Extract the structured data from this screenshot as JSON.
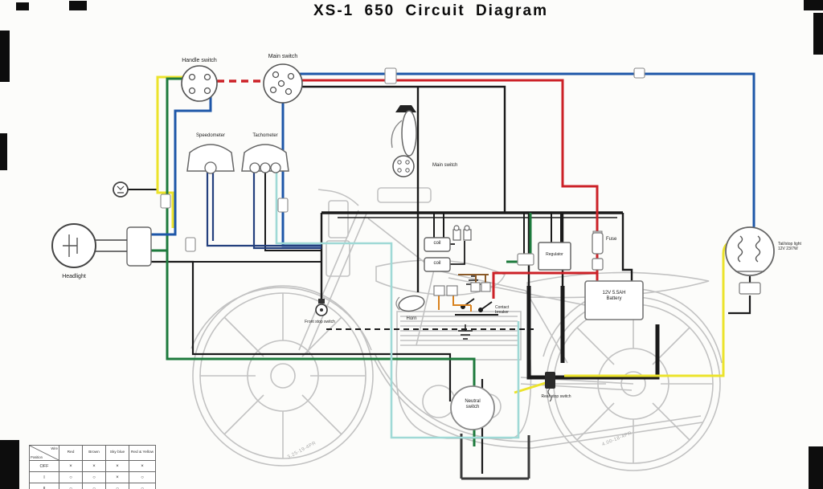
{
  "title": "XS-1 650 Circuit Diagram",
  "labels": {
    "handle_switch": "Handle switch",
    "main_switch": "Main switch",
    "speedometer": "Speedometer",
    "tachometer": "Tachometer",
    "headlight": "Headlight",
    "main_switch_mid": "Main switch",
    "horn": "Horn",
    "coil": "coil",
    "regulator": "Regulator",
    "fuse": "Fuse",
    "battery_line1": "12V 5.5AH",
    "battery_line2": "Battery",
    "contact_breaker_line1": "Contact",
    "contact_breaker_line2": "breaker",
    "front_stop_switch": "Front stop switch",
    "neutral_switch_line1": "Neutral",
    "neutral_switch_line2": "switch",
    "rear_stop_switch": "Rear stop switch",
    "tail_light_line1": "Tail/stop light",
    "tail_light_line2": "12V 23/7W",
    "front_tire_marking": "3.25-19-4PR",
    "rear_tire_marking": "4.00-18-4PR"
  },
  "table": {
    "corner_top": "Wire",
    "corner_bottom": "Position",
    "columns": [
      "Red",
      "Brown",
      "Sky blue",
      "Red & Yellow"
    ],
    "rows": [
      {
        "label": "OFF",
        "cells": [
          "×",
          "×",
          "×",
          "×"
        ]
      },
      {
        "label": "I",
        "cells": [
          "○",
          "○",
          "×",
          "○"
        ]
      },
      {
        "label": "II",
        "cells": [
          "○",
          "○",
          "○",
          "○"
        ]
      }
    ]
  },
  "wire_colors": {
    "red": "#cc2127",
    "yellow": "#ece32b",
    "green": "#1d7a3c",
    "blue": "#1d56a8",
    "sky_blue": "#9fd9d6",
    "black": "#1a1a1a",
    "brown": "#8a5a28",
    "orange": "#d9821e"
  }
}
